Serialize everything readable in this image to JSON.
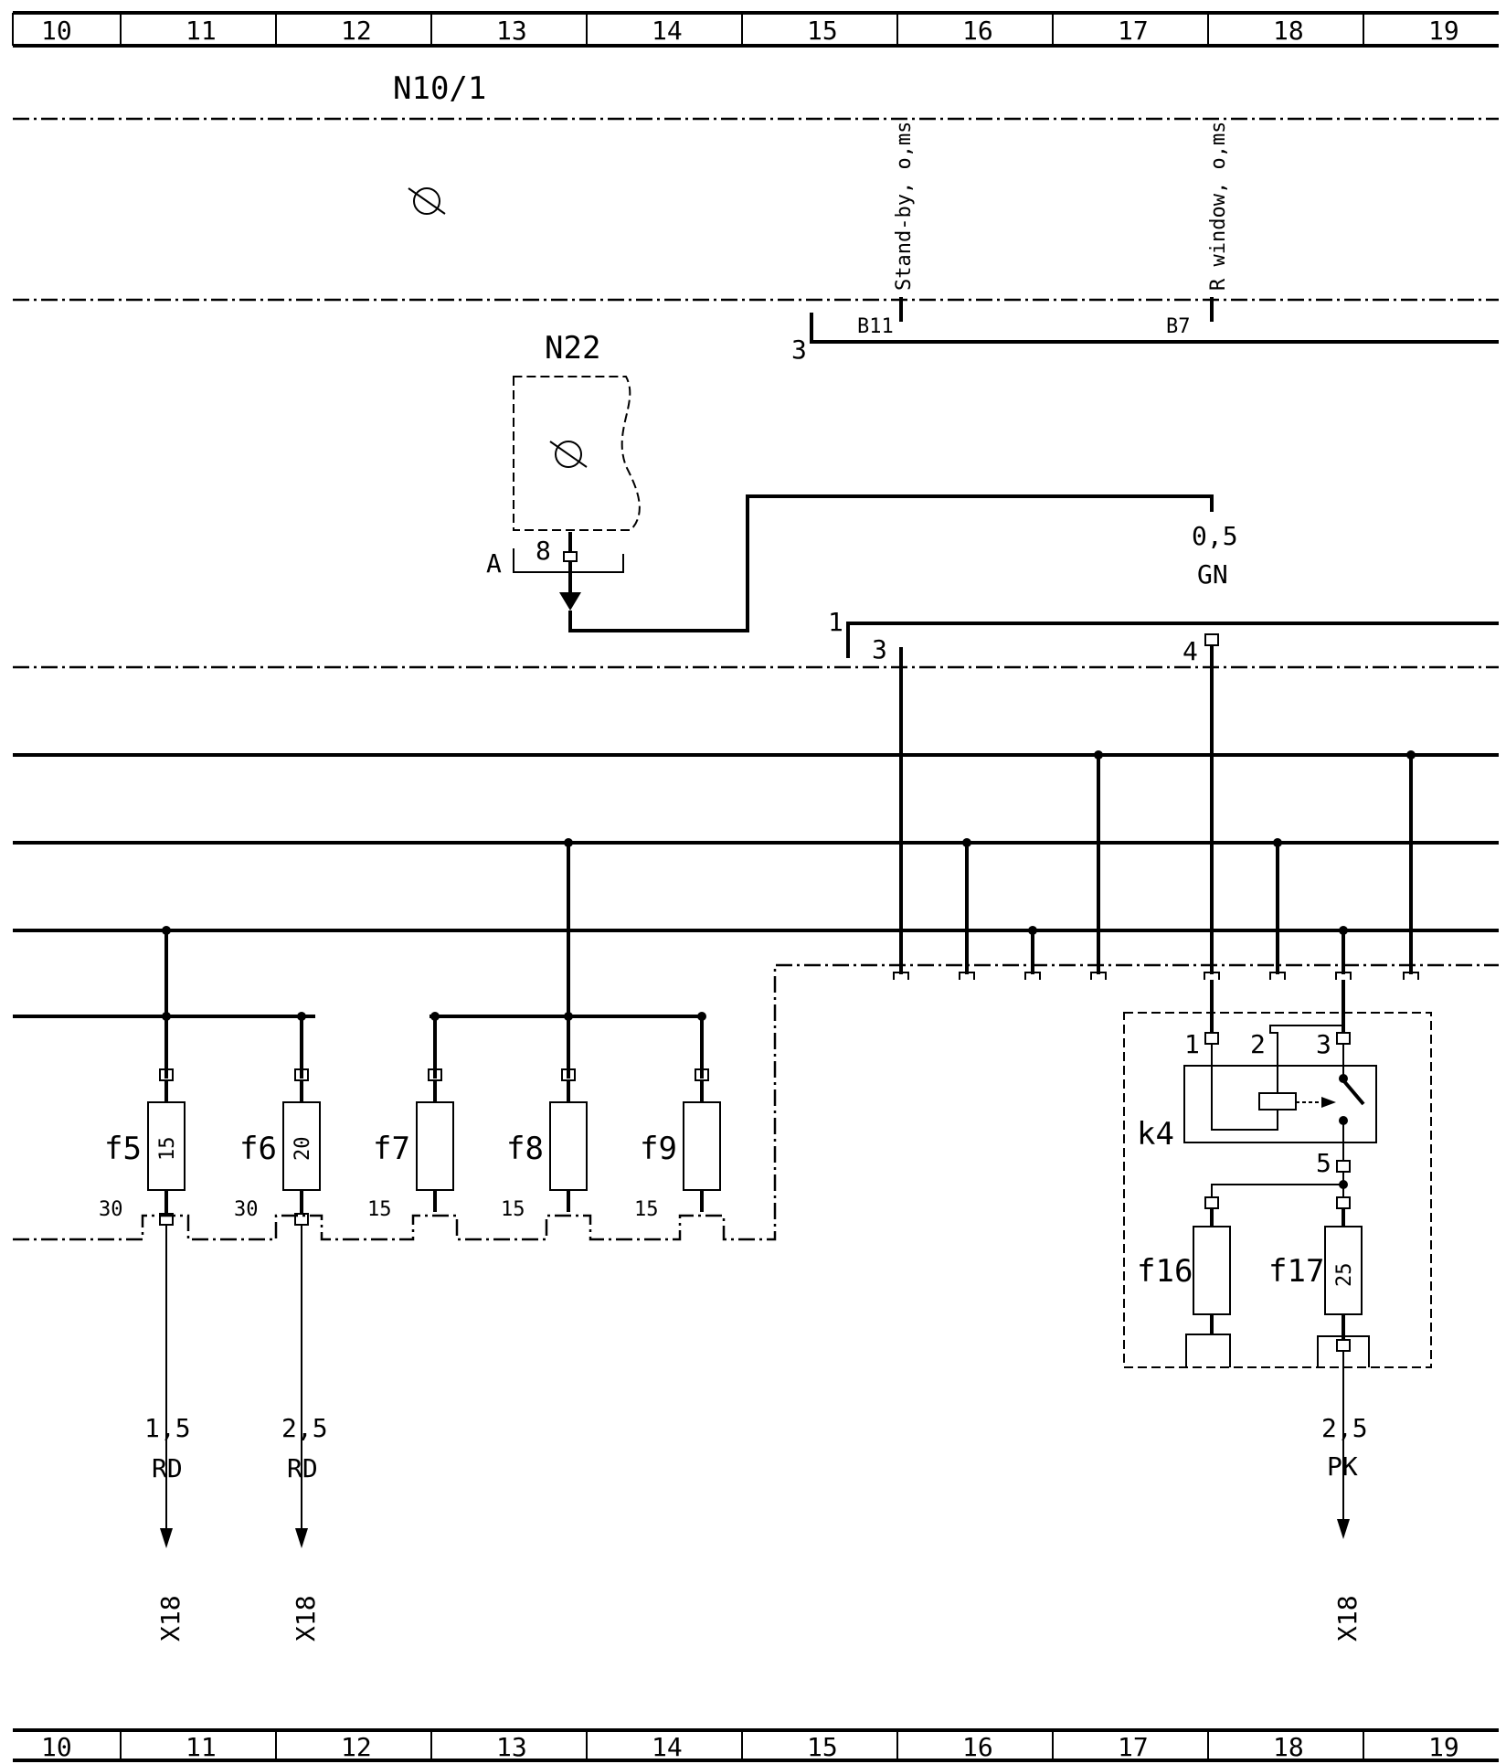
{
  "grid_columns": [
    "10",
    "11",
    "12",
    "13",
    "14",
    "15",
    "16",
    "17",
    "18",
    "19"
  ],
  "modules": {
    "n10_1": "N10/1",
    "n22": "N22",
    "k4": "k4"
  },
  "n10_1_signals": [
    {
      "label": "Stand-by, o,ms",
      "pin": "B11"
    },
    {
      "label": "R window, o,ms",
      "pin": "B7"
    }
  ],
  "n10_1_connector_label": "3",
  "n22_pins": {
    "a": "A",
    "pin8": "8"
  },
  "wire_upper": {
    "size": "0,5",
    "color": "GN"
  },
  "connector_1": {
    "label": "1",
    "pin3": "3",
    "pin4": "4"
  },
  "fuses": [
    {
      "name": "f5",
      "rating": "15",
      "terminal": "30"
    },
    {
      "name": "f6",
      "rating": "20",
      "terminal": "30"
    },
    {
      "name": "f7",
      "rating": "",
      "terminal": "15"
    },
    {
      "name": "f8",
      "rating": "",
      "terminal": "15"
    },
    {
      "name": "f9",
      "rating": "",
      "terminal": "15"
    },
    {
      "name": "f16",
      "rating": ""
    },
    {
      "name": "f17",
      "rating": "25"
    }
  ],
  "k4_pins": [
    "1",
    "2",
    "3",
    "5"
  ],
  "outputs": [
    {
      "size": "1,5",
      "color": "RD",
      "dest": "X18"
    },
    {
      "size": "2,5",
      "color": "RD",
      "dest": "X18"
    },
    {
      "size": "2,5",
      "color": "PK",
      "dest": "X18"
    }
  ]
}
